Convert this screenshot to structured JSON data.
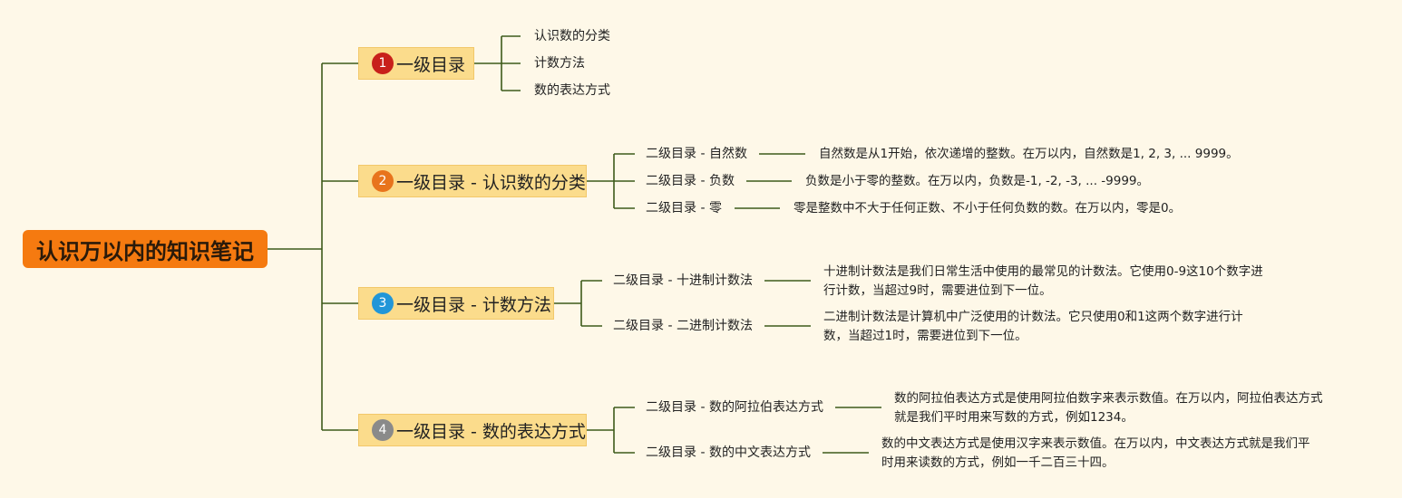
{
  "root": {
    "title": "认识万以内的知识笔记",
    "color": "#f57a10"
  },
  "branches": [
    {
      "label": "一级目录",
      "badge": "1",
      "badge_color": "#c8201a",
      "children": [
        "认识数的分类",
        "计数方法",
        "数的表达方式"
      ]
    },
    {
      "label": "一级目录 - 认识数的分类",
      "badge": "2",
      "badge_color": "#e8741c",
      "children": [
        {
          "label": "二级目录 - 自然数",
          "desc": "自然数是从1开始，依次递增的整数。在万以内，自然数是1, 2, 3, ... 9999。"
        },
        {
          "label": "二级目录 - 负数",
          "desc": "负数是小于零的整数。在万以内，负数是-1, -2, -3, ... -9999。"
        },
        {
          "label": "二级目录 - 零",
          "desc": "零是整数中不大于任何正数、不小于任何负数的数。在万以内，零是0。"
        }
      ]
    },
    {
      "label": "一级目录 - 计数方法",
      "badge": "3",
      "badge_color": "#2196d8",
      "children": [
        {
          "label": "二级目录 - 十进制计数法",
          "desc_lines": [
            "十进制计数法是我们日常生活中使用的最常见的计数法。它使用0-9这10个数字进",
            "行计数，当超过9时，需要进位到下一位。"
          ]
        },
        {
          "label": "二级目录 - 二进制计数法",
          "desc_lines": [
            "二进制计数法是计算机中广泛使用的计数法。它只使用0和1这两个数字进行计",
            "数，当超过1时，需要进位到下一位。"
          ]
        }
      ]
    },
    {
      "label": "一级目录 - 数的表达方式",
      "badge": "4",
      "badge_color": "#8a8a8a",
      "children": [
        {
          "label": "二级目录 - 数的阿拉伯表达方式",
          "desc_lines": [
            "数的阿拉伯表达方式是使用阿拉伯数字来表示数值。在万以内，阿拉伯表达方式",
            "就是我们平时用来写数的方式，例如1234。"
          ]
        },
        {
          "label": "二级目录 - 数的中文表达方式",
          "desc_lines": [
            "数的中文表达方式是使用汉字来表示数值。在万以内，中文表达方式就是我们平",
            "时用来读数的方式，例如一千二百三十四。"
          ]
        }
      ]
    }
  ],
  "colors": {
    "background": "#fef8e8",
    "line": "#3d5a1a",
    "branch_fill": "#fbdc8c"
  }
}
